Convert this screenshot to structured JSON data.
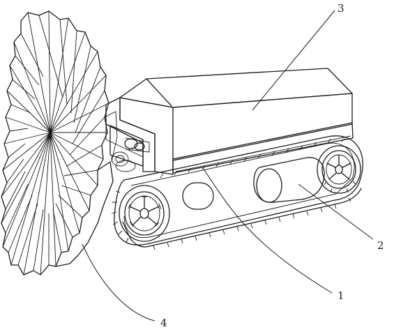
{
  "figure": {
    "callouts": [
      {
        "id": "1",
        "label": "1"
      },
      {
        "id": "2",
        "label": "2"
      },
      {
        "id": "3",
        "label": "3"
      },
      {
        "id": "4",
        "label": "4"
      }
    ]
  },
  "colors": {
    "line": "#1a1a1a",
    "background": "#ffffff"
  }
}
